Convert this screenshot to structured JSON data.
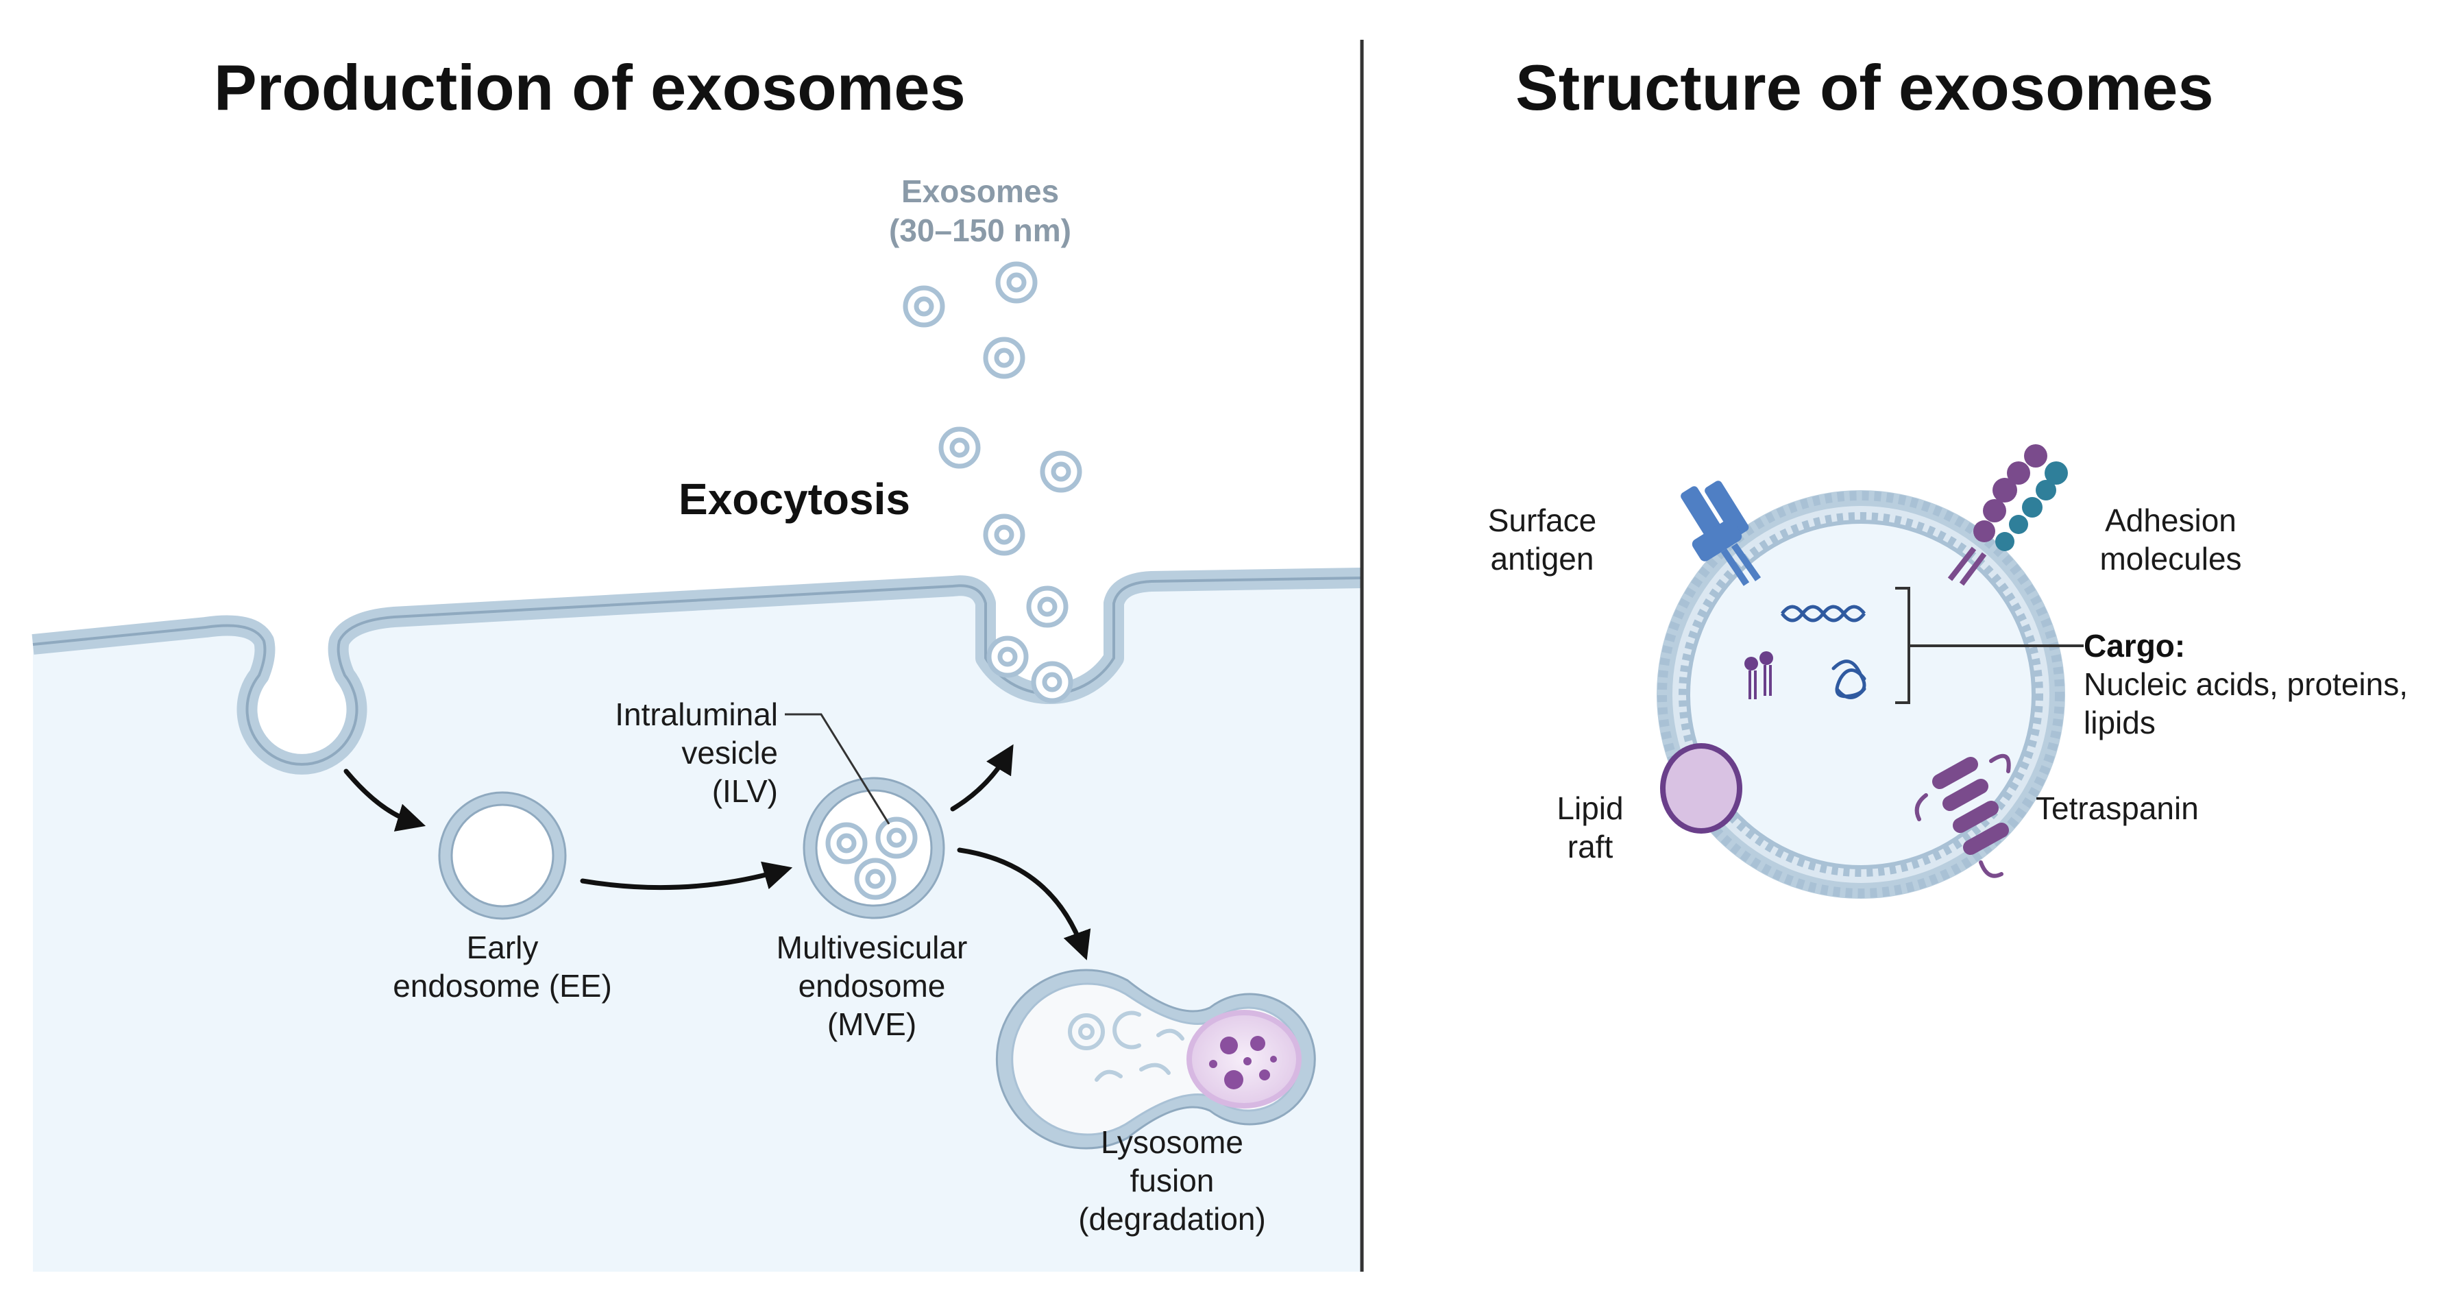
{
  "colors": {
    "membrane": "#b9cede",
    "membrane_dark": "#8fa9bf",
    "cytoplasm": "#eef6fc",
    "arrow": "#111111",
    "divider": "#333333",
    "lysosome": "#cfa8dc",
    "lysosome_dark": "#8a4f9e",
    "tetraspanin": "#7a4b8c",
    "antigen": "#4f7fc4",
    "adhesion": "#7a4b8c",
    "adhesion_teal": "#2f7f9a",
    "raft": "#c9aed6",
    "muted_text": "#8a9aa8"
  },
  "left_panel": {
    "title": "Production of exosomes",
    "exosomes_label_line1": "Exosomes",
    "exosomes_label_line2": "(30–150 nm)",
    "exocytosis_label": "Exocytosis",
    "ilv_label_line1": "Intraluminal",
    "ilv_label_line2": "vesicle",
    "ilv_label_line3": "(ILV)",
    "ee_label_line1": "Early",
    "ee_label_line2": "endosome (EE)",
    "mve_label_line1": "Multivesicular",
    "mve_label_line2": "endosome",
    "mve_label_line3": "(MVE)",
    "lyso_label_line1": "Lysosome",
    "lyso_label_line2": "fusion",
    "lyso_label_line3": "(degradation)"
  },
  "right_panel": {
    "title": "Structure of exosomes",
    "surface_antigen_line1": "Surface",
    "surface_antigen_line2": "antigen",
    "adhesion_line1": "Adhesion",
    "adhesion_line2": "molecules",
    "cargo_title": "Cargo:",
    "cargo_line1": "Nucleic acids, proteins,",
    "cargo_line2": "lipids",
    "lipid_raft_line1": "Lipid",
    "lipid_raft_line2": "raft",
    "tetraspanin_label": "Tetraspanin"
  }
}
